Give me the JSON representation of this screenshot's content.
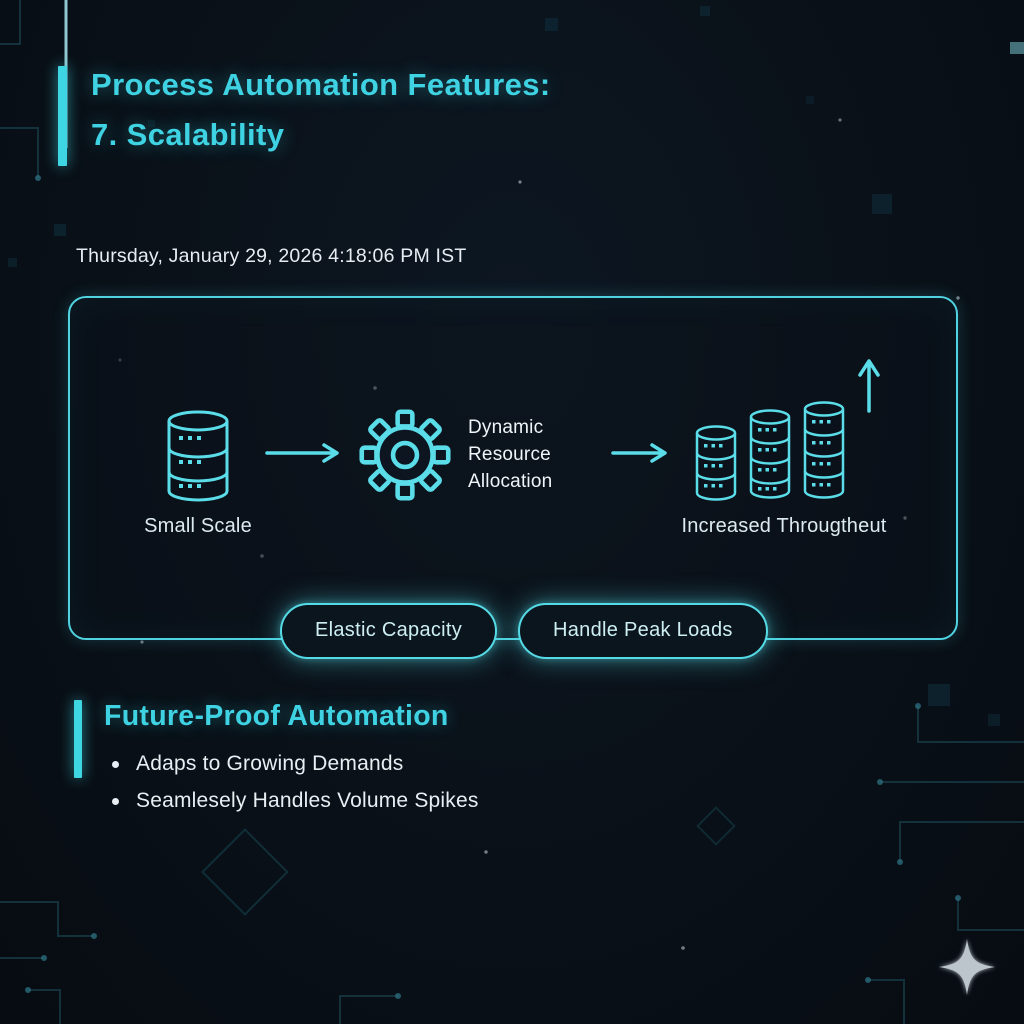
{
  "header": {
    "title_line1": "Process Automation Features:",
    "title_line2": "7. Scalability"
  },
  "timestamp": "Thursday, January 29, 2026 4:18:06 PM IST",
  "diagram": {
    "nodes": [
      {
        "icon": "database-icon",
        "label": "Small Scale"
      },
      {
        "icon": "gear-icon",
        "label": "Dynamic Resource Allocation"
      },
      {
        "icon": "database-cluster-icon",
        "label": "Increased Througtheut"
      }
    ],
    "badges": [
      {
        "label": "Elastic Capacity"
      },
      {
        "label": "Handle Peak Loads"
      }
    ]
  },
  "footer": {
    "heading": "Future-Proof Automation",
    "bullets": [
      {
        "text": "Adaps to Growing Demands"
      },
      {
        "text": "Seamlesely Handles Volume Spikes"
      }
    ]
  },
  "colors": {
    "accent": "#3ed2e2",
    "icon_stroke": "#5adde9",
    "panel_border": "#4fd3e0",
    "background": "#0a1119",
    "text": "#e9eff4"
  }
}
